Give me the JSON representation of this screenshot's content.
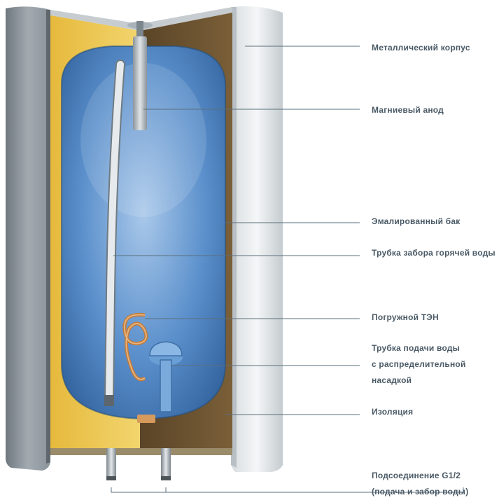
{
  "labels": {
    "metal_body": "Металлический корпус",
    "magnesium_anode": "Магниевый анод",
    "enameled_tank": "Эмалированный бак",
    "hot_water_tube": "Трубка забора горячей воды",
    "immersion_heater": "Погружной ТЭН",
    "supply_tube_line1": "Трубка подачи воды",
    "supply_tube_line2": "с распределительной",
    "supply_tube_line3": "насадкой",
    "insulation": "Изоляция",
    "connection_line1": "Подсоединение G1/2",
    "connection_line2": "(подача и забор воды)"
  },
  "colors": {
    "label_text": "#4a5a66",
    "leader_line": "#5a6f7c",
    "tank_blue": "#4f86c6",
    "insulation_yellow": "#e8c24a",
    "insulation_brown": "#6b5330",
    "casing_gray": "#8e979e",
    "heater_copper": "#c98a4b"
  }
}
